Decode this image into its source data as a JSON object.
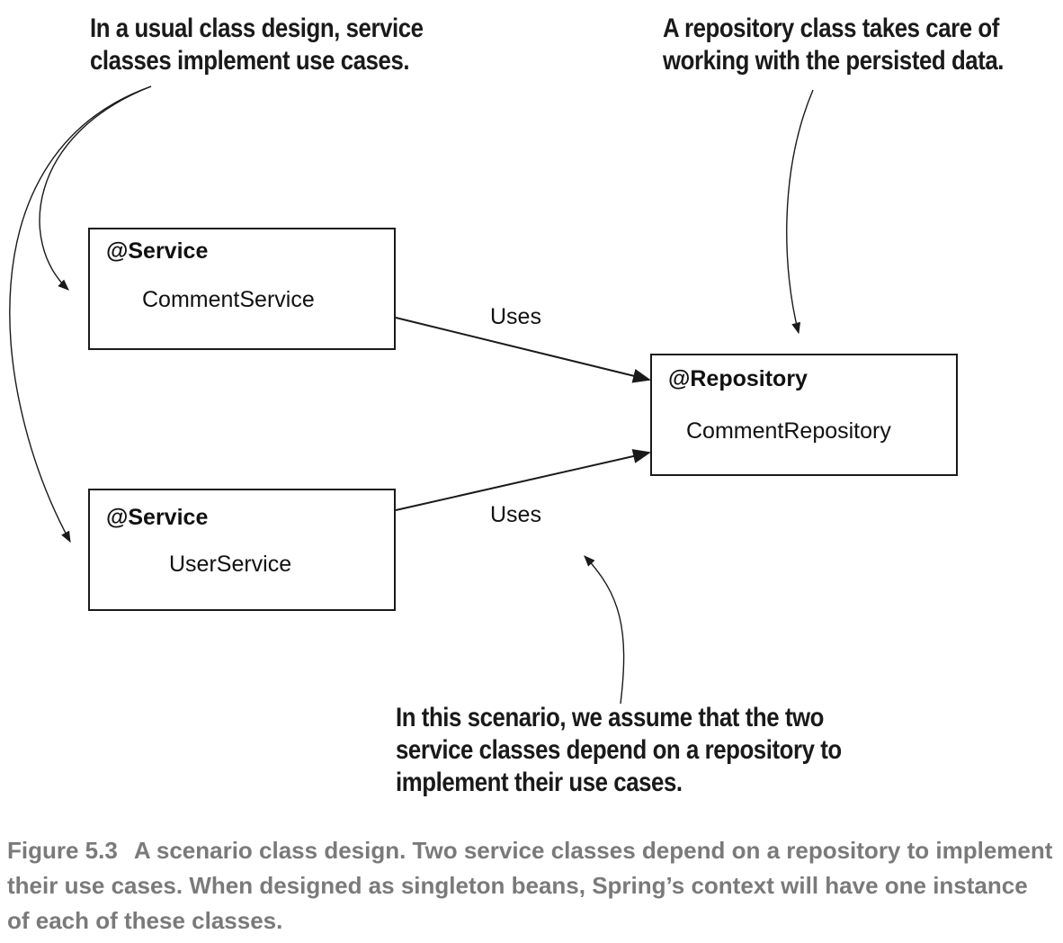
{
  "annotations": {
    "top_left": [
      "In a usual class design, service",
      "classes implement use cases."
    ],
    "top_right": [
      "A repository class takes care of",
      "working with the persisted data."
    ],
    "bottom": [
      "In this scenario, we assume that the two",
      "service classes depend on a repository to",
      "implement their use cases."
    ]
  },
  "boxes": {
    "comment_service": {
      "stereotype": "@Service",
      "name": "CommentService"
    },
    "user_service": {
      "stereotype": "@Service",
      "name": "UserService"
    },
    "comment_repository": {
      "stereotype": "@Repository",
      "name": "CommentRepository"
    }
  },
  "relations": {
    "uses_top": "Uses",
    "uses_bottom": "Uses"
  },
  "caption": {
    "label": "Figure 5.3",
    "text": "A scenario class design. Two service classes depend on a repository to implement their use cases. When designed as singleton beans, Spring’s context will have one instance of each of these classes."
  }
}
